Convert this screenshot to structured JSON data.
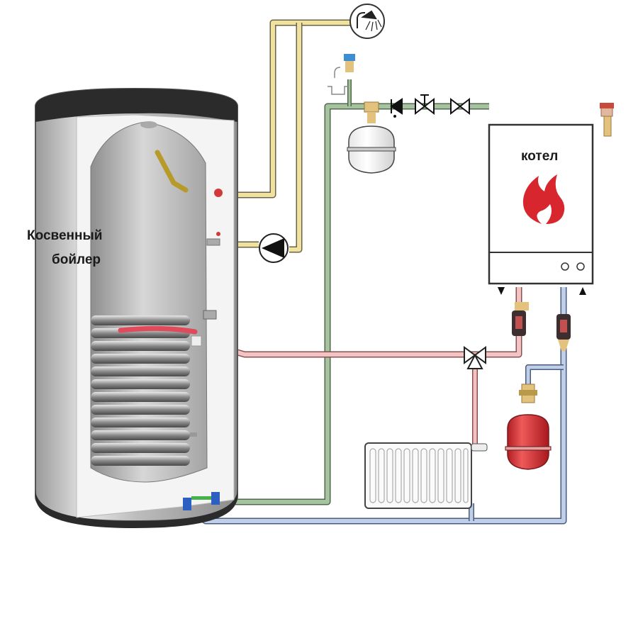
{
  "labels": {
    "boiler_tank_line1": "Косвенный",
    "boiler_tank_line2": "бойлер",
    "heater": "котел"
  },
  "components": [
    {
      "id": "indirect-water-heater",
      "label": "Косвенный бойлер"
    },
    {
      "id": "gas-boiler",
      "label": "котел"
    },
    {
      "id": "shower-consumer",
      "icon": "shower-icon"
    },
    {
      "id": "recirculation-pump",
      "icon": "pump-icon"
    },
    {
      "id": "safety-valve-cold",
      "icon": "safety-valve-icon"
    },
    {
      "id": "expansion-tank-dhw",
      "icon": "expansion-tank-icon"
    },
    {
      "id": "check-valve",
      "icon": "check-valve-icon"
    },
    {
      "id": "shutoff-valve",
      "icon": "shutoff-valve-icon"
    },
    {
      "id": "gate-valve",
      "icon": "gate-valve-icon"
    },
    {
      "id": "three-way-valve",
      "icon": "three-way-valve-icon"
    },
    {
      "id": "radiator",
      "icon": "radiator-icon"
    },
    {
      "id": "expansion-tank-heating",
      "icon": "expansion-tank-icon"
    },
    {
      "id": "boiler-safety-valve",
      "icon": "safety-valve-icon"
    }
  ],
  "colors": {
    "hot_water_pipe": "#e8d98a",
    "cold_water_pipe": "#8fae8a",
    "supply_pipe": "#d9a0a0",
    "return_pipe": "#9aaed0",
    "flame": "#d8262e",
    "expansion_tank_heating": "#d8353a",
    "tank_body": "#c9c9c9",
    "tank_cap": "#2b2b2b"
  }
}
